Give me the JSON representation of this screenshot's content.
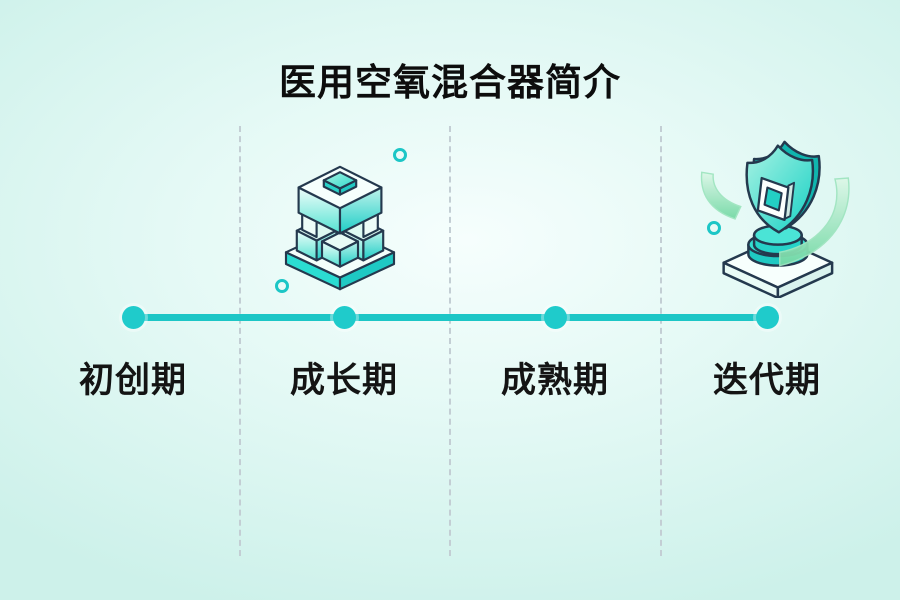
{
  "page": {
    "title": "医用空氧混合器简介"
  },
  "timeline": {
    "stages": [
      {
        "label": "初创期",
        "icon": "none"
      },
      {
        "label": "成长期",
        "icon": "isometric-blocks-icon"
      },
      {
        "label": "成熟期",
        "icon": "none"
      },
      {
        "label": "迭代期",
        "icon": "shield-rotation-icon"
      }
    ],
    "node_count": 4
  },
  "decorations": {
    "ring_count": 3
  },
  "colors": {
    "accent_teal": "#1CC6C6",
    "icon_teal_bright": "#2BDCD2",
    "icon_outline_navy": "#24394E",
    "ribbon_green": "#74D9A5",
    "divider_gray": "#C3CED4",
    "background_edge": "#CDF1EA",
    "background_center": "#F6FEFD",
    "text_black": "#0D0D0D"
  }
}
